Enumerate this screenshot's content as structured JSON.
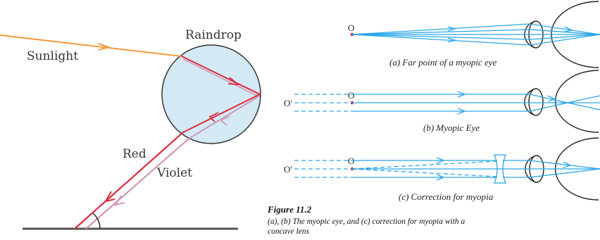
{
  "rainbow": {
    "sunlight": "Sunlight",
    "raindrop": "Raindrop",
    "red": "Red",
    "violet": "Violet"
  },
  "myopia": {
    "point_o": "O",
    "point_o_prime": "O'",
    "caption_a": "(a) Far point of a myopic eye",
    "caption_b": "(b) Myopic Eye",
    "caption_c": "(c) Correction for myopia"
  },
  "figure": {
    "title": "Figure 11.2",
    "caption_line1": "(a), (b) The myopic eye, and (c) correction for myopia with a",
    "caption_line2": "concave lens"
  },
  "colors": {
    "sunlight": "#f39a3c",
    "red_ray": "#e0283c",
    "violet_ray": "#d08fb2",
    "raindrop_fill": "#d3e9f4",
    "ray_blue": "#2aa7e8"
  }
}
